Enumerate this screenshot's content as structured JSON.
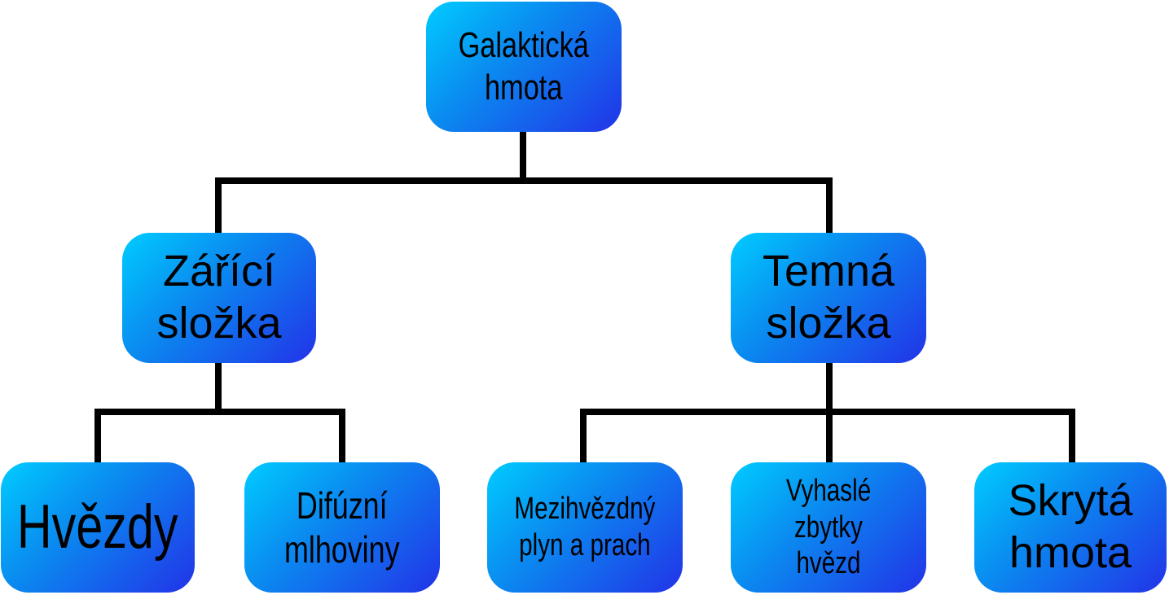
{
  "diagram": {
    "root": {
      "label_line1": "Galaktická",
      "label_line2": "hmota"
    },
    "radiant": {
      "label_line1": "Zářící",
      "label_line2": "složka"
    },
    "dark": {
      "label_line1": "Temná",
      "label_line2": "složka"
    },
    "stars": {
      "label": "Hvězdy"
    },
    "nebulae": {
      "label_line1": "Difúzní",
      "label_line2": "mlhoviny"
    },
    "interstellar": {
      "label_line1": "Mezihvězdný",
      "label_line2": "plyn a prach"
    },
    "remnants": {
      "label_line1": "Vyhaslé zbytky",
      "label_line2": "hvězd"
    },
    "hidden": {
      "label_line1": "Skrytá",
      "label_line2": "hmota"
    }
  },
  "colors": {
    "box_gradient_start": "#00ccff",
    "box_gradient_end": "#2233e8",
    "lines": "#000000"
  }
}
